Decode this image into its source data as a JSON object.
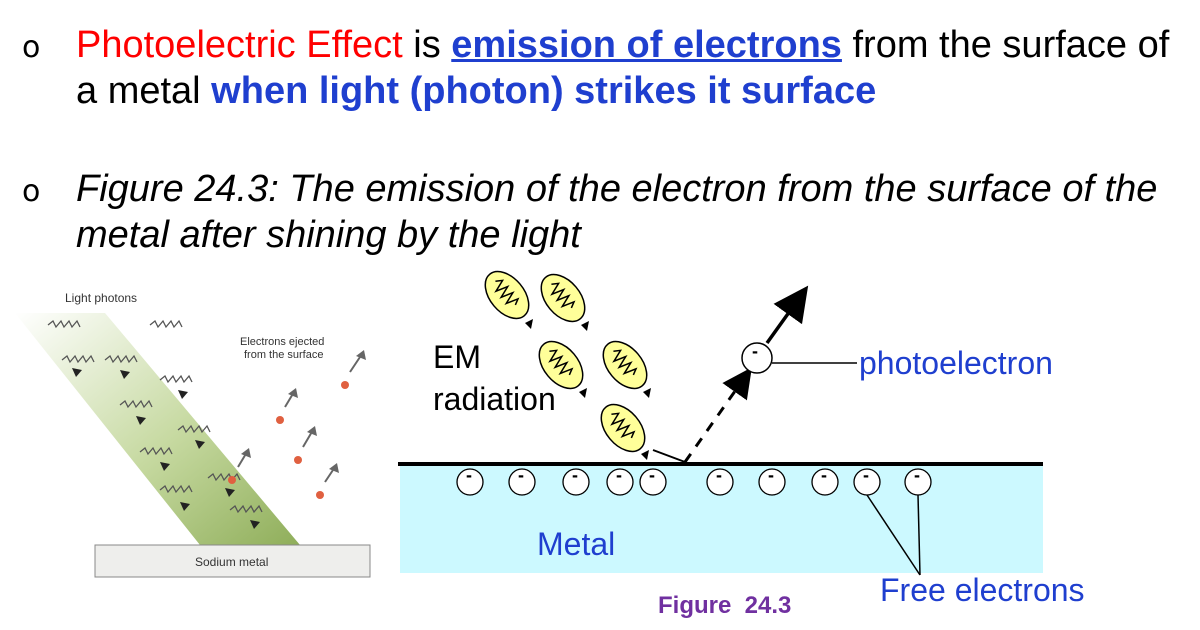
{
  "bullets": [
    {
      "marker": "o",
      "term": "Photoelectric Effect",
      "connector": " is ",
      "emphasis": "emission of electrons",
      "text_after": " from the surface of a metal ",
      "condition": "when light (photon) strikes it surface"
    },
    {
      "marker": "o",
      "caption": "Figure 24.3: The emission of the electron from the surface of the metal after shining by the light"
    }
  ],
  "left_figure": {
    "label_top": "Light photons",
    "label_ejected_line1": "Electrons ejected",
    "label_ejected_line2": "from the surface",
    "label_base": "Sodium metal"
  },
  "right_figure": {
    "label_em_line1": "EM",
    "label_em_line2": "radiation",
    "label_photoelectron": "photoelectron",
    "label_metal": "Metal",
    "label_free_electrons": "Free electrons",
    "electron_symbol": "-",
    "figure_caption": "Figure  24.3"
  },
  "colors": {
    "red_term": "#ff0000",
    "blue_emphasis": "#1f3fcf",
    "metal_fill": "#ccf9ff",
    "photon_fill": "#ffff99",
    "beam_fill": "#b8cf8c",
    "caption_purple": "#7030a0"
  }
}
